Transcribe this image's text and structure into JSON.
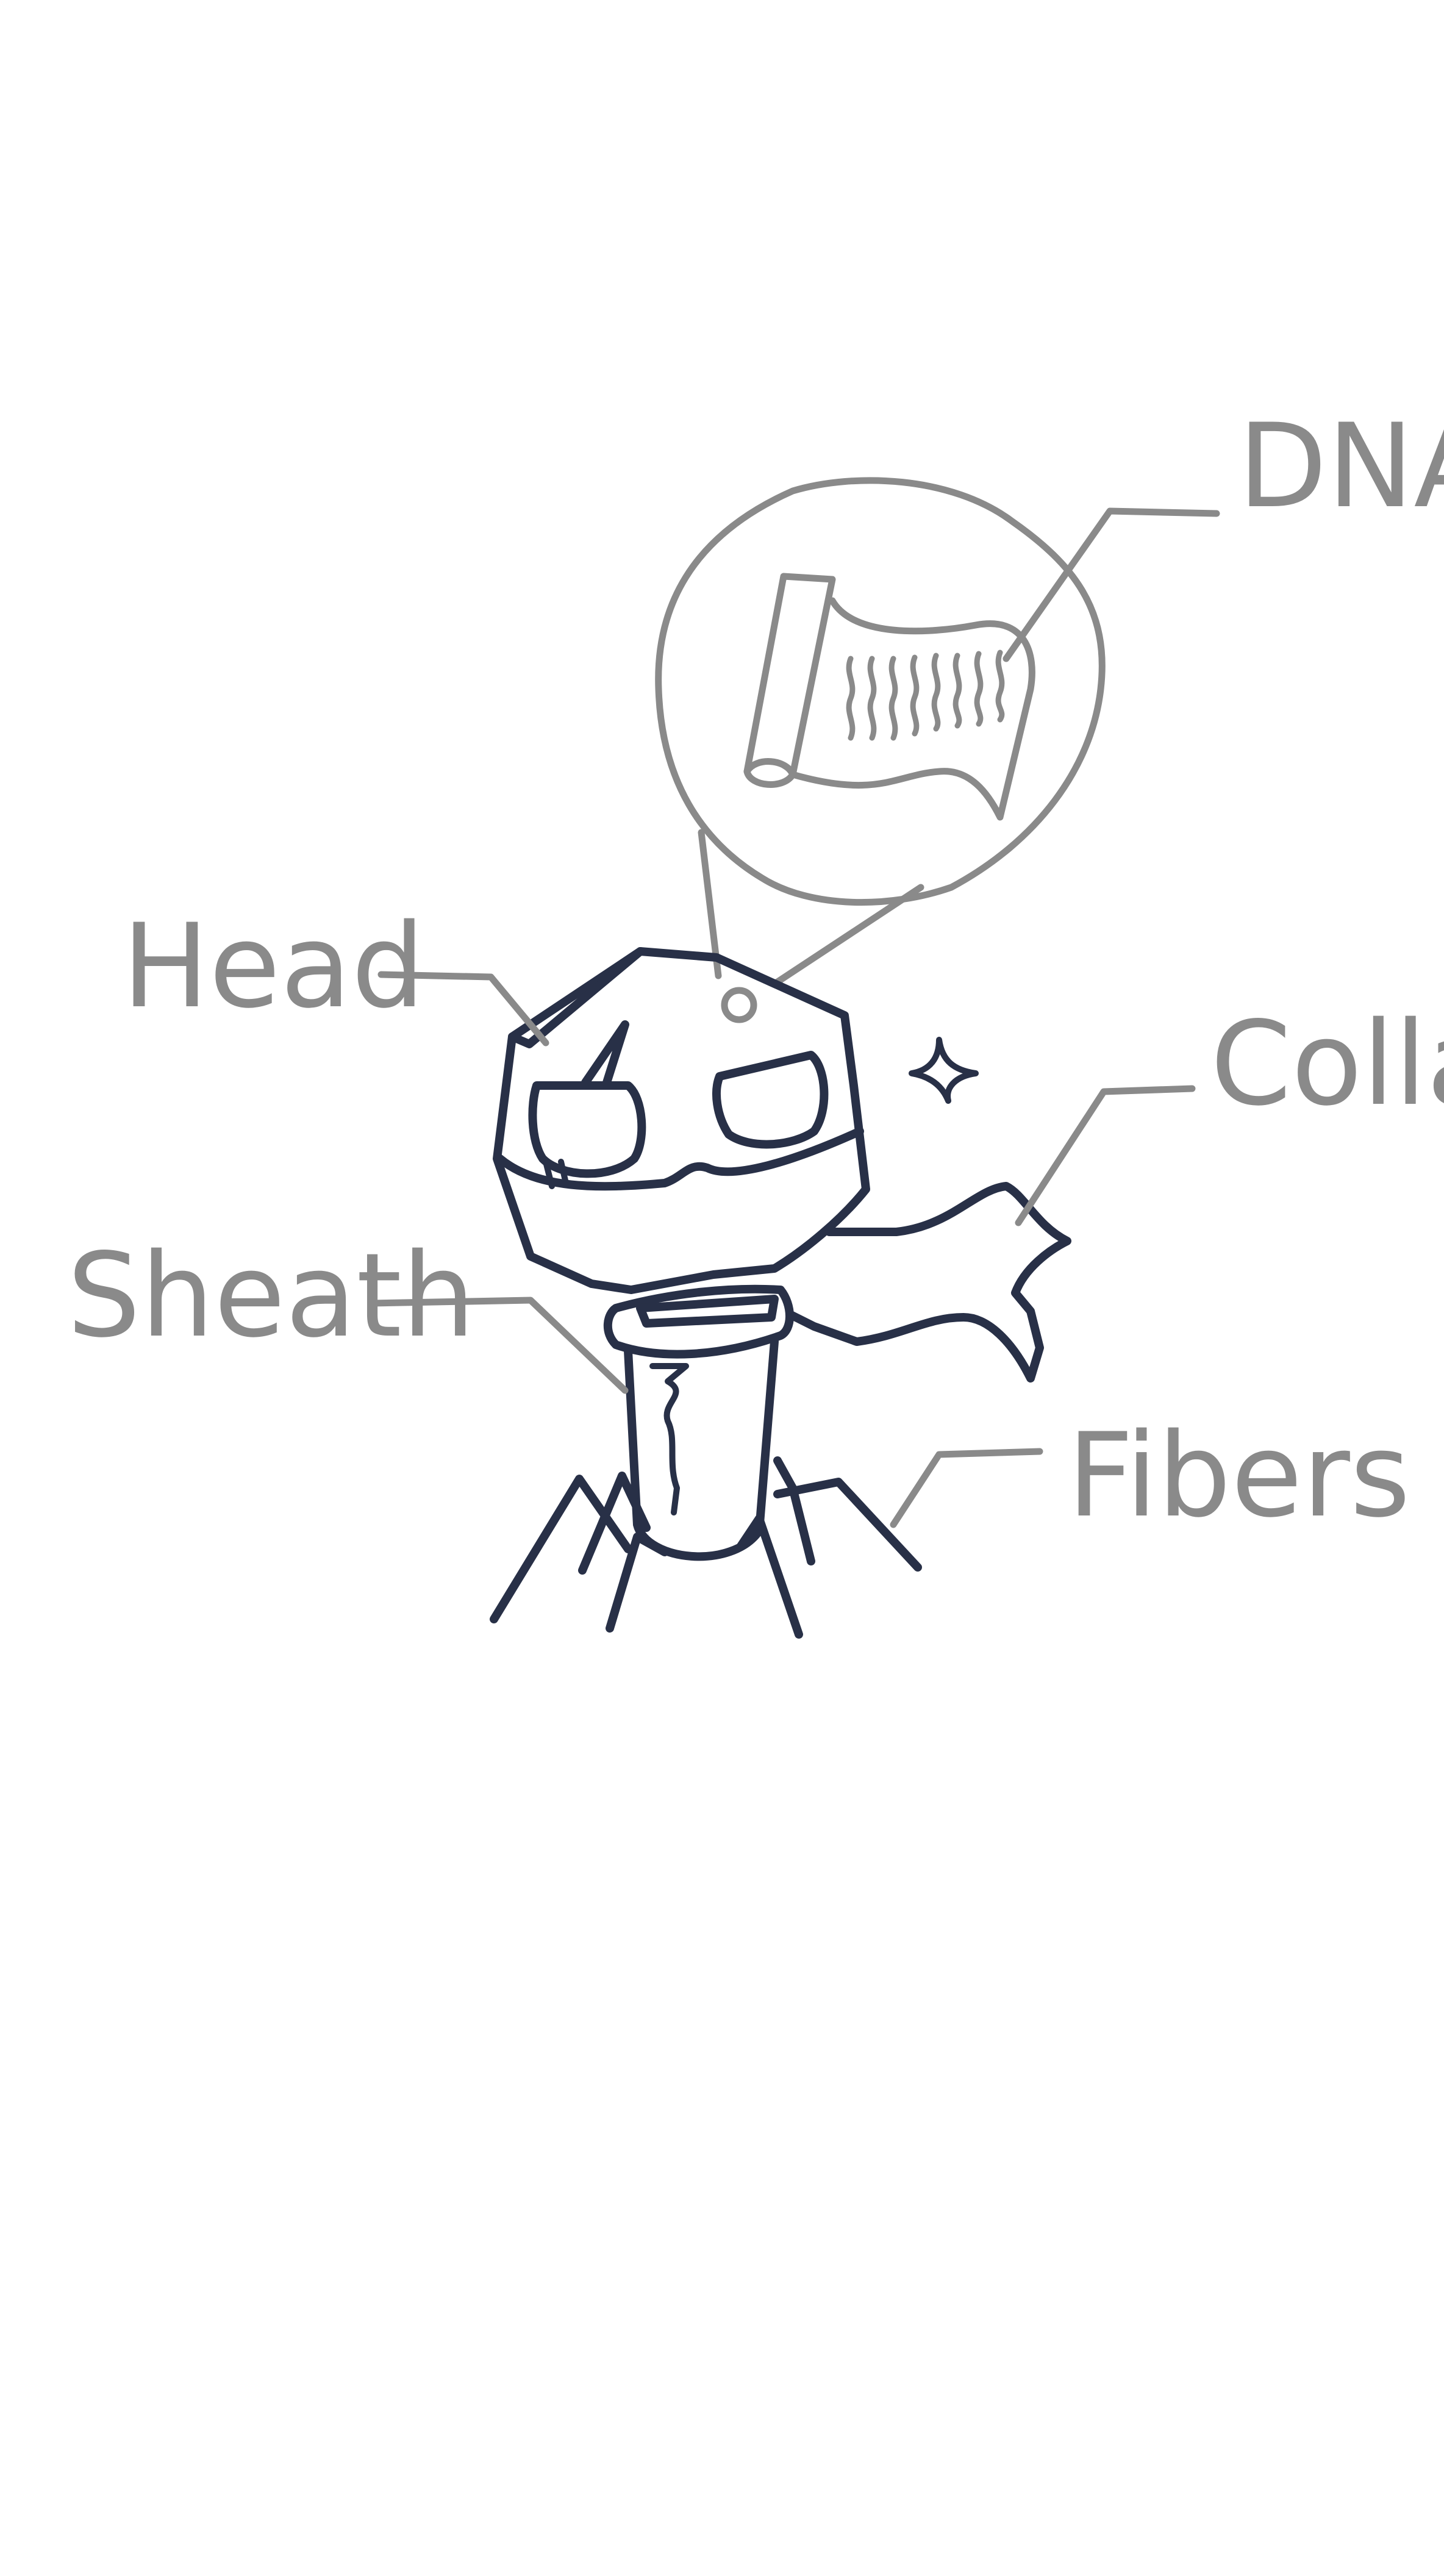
{
  "colors": {
    "background": "#ffffff",
    "ink_dark": "#283047",
    "ink_grey": "#8a8a8a"
  },
  "labels": {
    "dna": "DNA",
    "head": "Head",
    "collar": "Collar",
    "sheath": "Sheath",
    "fibers": "Fibers"
  }
}
